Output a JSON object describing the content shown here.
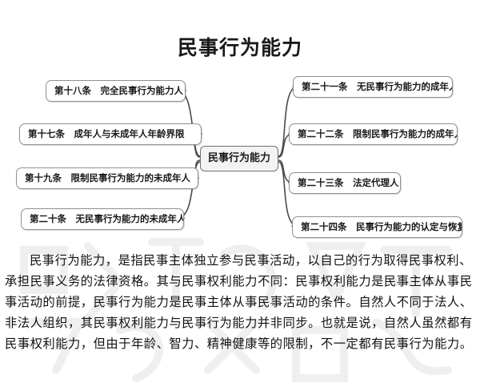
{
  "title": "民事行为能力",
  "center": "民事行为能力",
  "left_nodes": [
    "第十八条　完全民事行为能力人",
    "第十七条　成年人与未成年人年龄界限",
    "第十九条　限制民事行为能力的未成年人",
    "第二十条　无民事行为能力的未成年人"
  ],
  "right_nodes": [
    "第二十一条　无民事行为能力的成年人",
    "第二十二条　限制民事行为能力的成年人",
    "第二十三条　法定代理人",
    "第二十四条　民事行为能力的认定与恢复"
  ],
  "paragraph": "民事行为能力，是指民事主体独立参与民事活动，以自己的行为取得民事权利、承担民事义务的法律资格。其与民事权利能力不同：民事权利能力是民事主体从事民事活动的前提，民事行为能力是民事主体从事民事活动的条件。自然人不同于法人、非法人组织，其民事权利能力与民事行为能力并非同步。也就是说，自然人虽然都有民事权利能力，但由于年龄、智力、精神健康等的限制，不一定都有民事行为能力。"
}
